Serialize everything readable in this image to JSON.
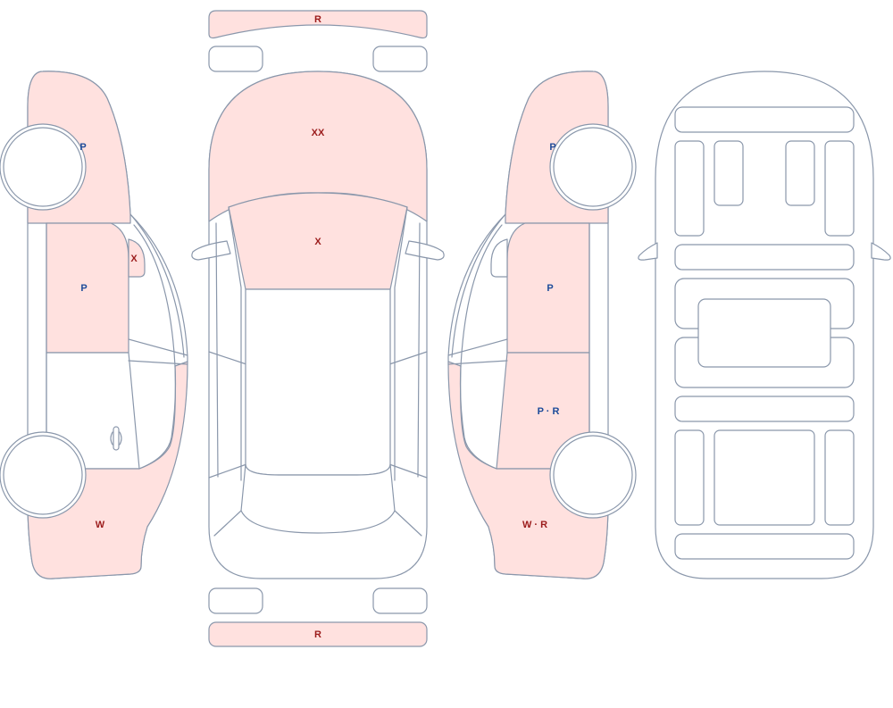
{
  "colors": {
    "outline": "#8a97ab",
    "damage_fill": "#ffe1df",
    "body_fill": "#ffffff",
    "code_red": "#9b1b1b",
    "code_blue": "#1d4b9a"
  },
  "labels": {
    "front_bumper": "R",
    "hood": "XX",
    "windshield": "X",
    "rear_bumper": "R",
    "left_front_fender": "P",
    "left_front_door": "P",
    "left_mirror": "X",
    "left_rear_quarter": "W",
    "right_front_fender": "P",
    "right_front_door": "P",
    "right_rear_door": "P · R",
    "right_rear_quarter": "W · R"
  },
  "label_colors": {
    "front_bumper": "#9b1b1b",
    "hood": "#9b1b1b",
    "windshield": "#9b1b1b",
    "rear_bumper": "#9b1b1b",
    "left_front_fender": "#1d4b9a",
    "left_front_door": "#1d4b9a",
    "left_mirror": "#9b1b1b",
    "left_rear_quarter": "#9b1b1b",
    "right_front_fender": "#1d4b9a",
    "right_front_door": "#1d4b9a",
    "right_rear_door": "#1d4b9a",
    "right_rear_quarter": "#9b1b1b"
  }
}
